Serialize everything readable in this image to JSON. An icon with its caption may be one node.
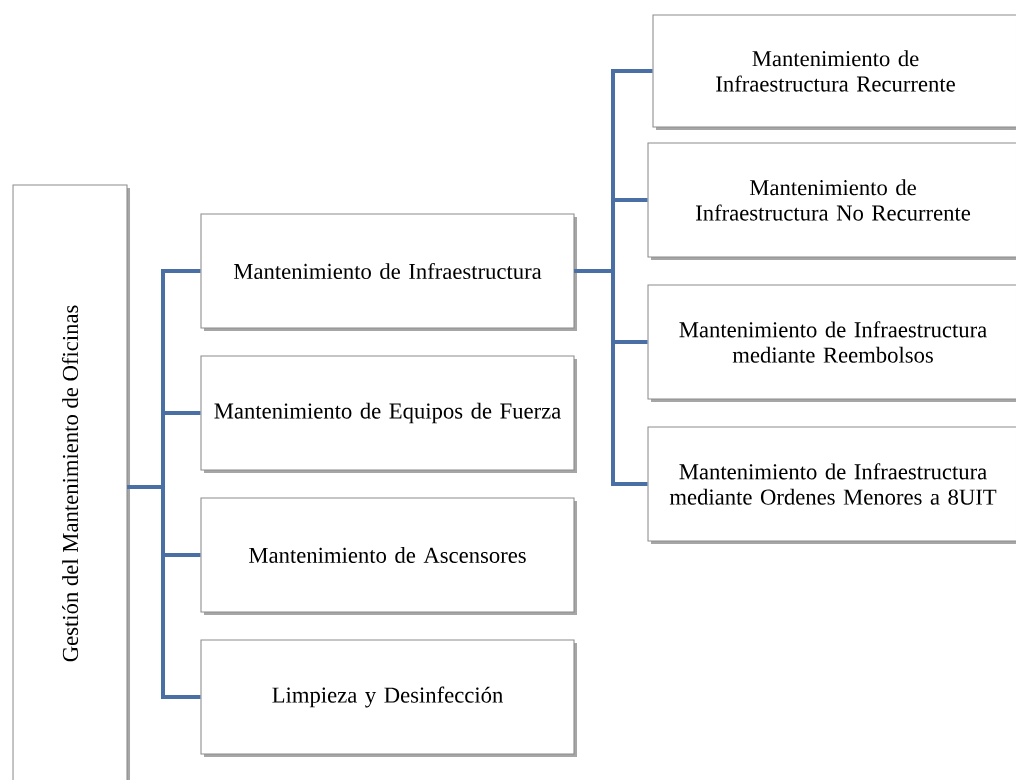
{
  "diagram": {
    "nodes": [
      {
        "text": [
          "Gestión del Mantenimiento de Oficinas"
        ]
      },
      {
        "text": [
          "Mantenimiento de Infraestructura"
        ]
      },
      {
        "text": [
          "Mantenimiento de Equipos de Fuerza"
        ]
      },
      {
        "text": [
          "Mantenimiento de Ascensores"
        ]
      },
      {
        "text": [
          "Limpieza y Desinfección"
        ]
      },
      {
        "text": [
          "Mantenimiento de Infraestructura Recurrente"
        ]
      },
      {
        "text": [
          "Mantenimiento de Infraestructura No Recurrente"
        ]
      },
      {
        "text": [
          "Mantenimiento de Infraestructura mediante Reembolsos"
        ]
      },
      {
        "text": [
          "Mantenimiento de Infraestructura mediante Ordenes Menores a 8UIT"
        ]
      }
    ],
    "edges": [
      {
        "from": 0,
        "to": 1,
        "arrow": "none"
      },
      {
        "from": 0,
        "to": 2,
        "arrow": "none"
      },
      {
        "from": 0,
        "to": 3,
        "arrow": "none"
      },
      {
        "from": 0,
        "to": 4,
        "arrow": "none"
      },
      {
        "from": 1,
        "to": 5,
        "arrow": "none"
      },
      {
        "from": 1,
        "to": 6,
        "arrow": "none"
      },
      {
        "from": 1,
        "to": 7,
        "arrow": "none"
      },
      {
        "from": 1,
        "to": 8,
        "arrow": "none"
      }
    ]
  }
}
